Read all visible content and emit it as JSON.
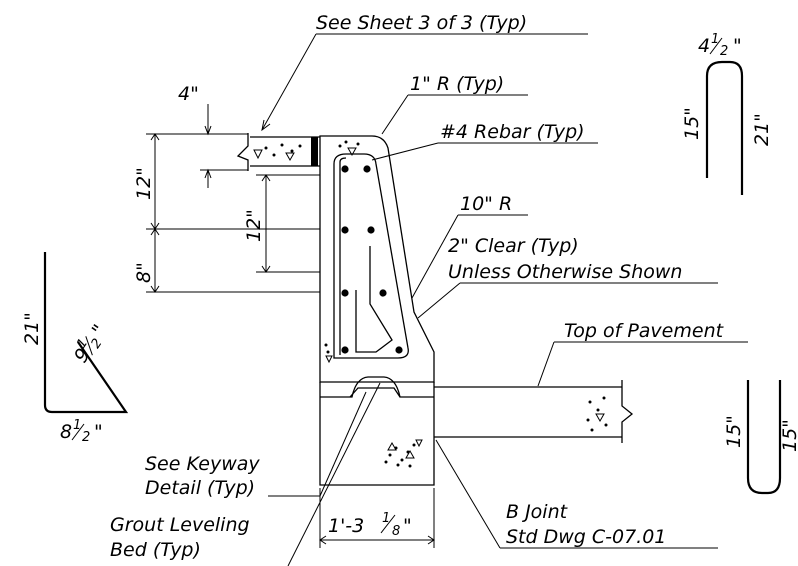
{
  "callouts": {
    "see_sheet": "See Sheet 3 of 3 (Typ)",
    "one_inch_r": "1\" R (Typ)",
    "rebar": "#4 Rebar (Typ)",
    "ten_inch_r": "10\" R",
    "clear_line1": "2\" Clear (Typ)",
    "clear_line2": "Unless Otherwise Shown",
    "top_of_pavement": "Top of Pavement",
    "keyway_line1": "See Keyway",
    "keyway_line2": "Detail (Typ)",
    "grout_line1": "Grout Leveling",
    "grout_line2": "Bed (Typ)",
    "joint_line1": "B Joint",
    "joint_line2": "Std Dwg C-07.01"
  },
  "dimensions": {
    "four_in": "4\"",
    "twelve_outer": "12\"",
    "twelve_inner": "12\"",
    "eight_in": "8\"",
    "width_whole": "1'-3",
    "width_num": "1",
    "width_den": "8",
    "width_unit": "\""
  },
  "bar_bends": {
    "left_hook_height": "21\"",
    "left_hook_diag_whole": "9",
    "left_hook_diag_num": "1",
    "left_hook_diag_den": "2",
    "left_hook_diag_unit": "\"",
    "left_hook_base_whole": "8",
    "left_hook_base_num": "1",
    "left_hook_base_den": "2",
    "left_hook_base_unit": "\"",
    "top_u_width_whole": "4",
    "top_u_width_num": "1",
    "top_u_width_den": "2",
    "top_u_width_unit": "\"",
    "top_u_left_leg": "15\"",
    "top_u_right_leg": "21\"",
    "bottom_u_left_leg": "15\"",
    "bottom_u_right_leg": "15\""
  }
}
